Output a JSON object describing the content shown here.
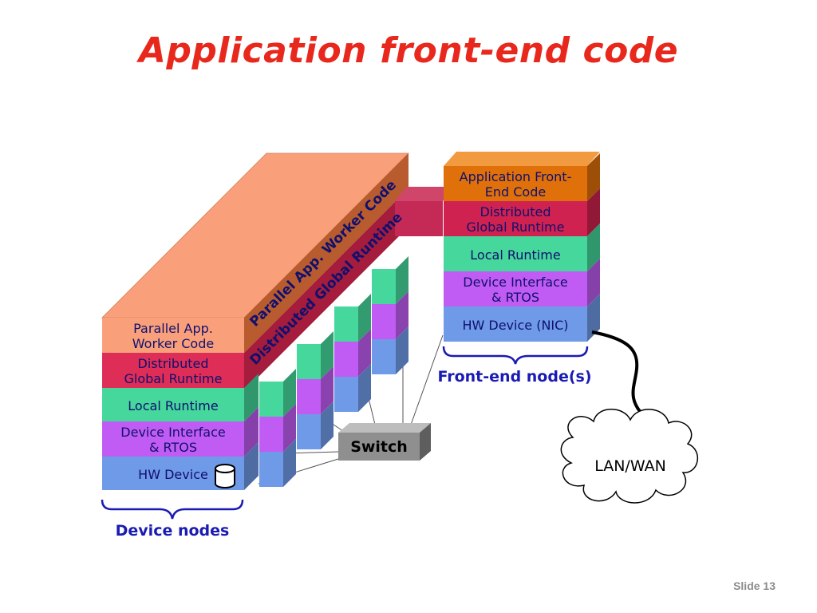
{
  "title": "Application front-end code",
  "slide_number": "Slide 13",
  "device_node": {
    "layers": [
      {
        "line1": "Parallel App.",
        "line2": "Worker Code",
        "color": "#f9a07b"
      },
      {
        "line1": "Distributed",
        "line2": "Global Runtime",
        "color": "#de2e57"
      },
      {
        "line1": "Local Runtime",
        "line2": "",
        "color": "#45d79c"
      },
      {
        "line1": "Device Interface",
        "line2": "& RTOS",
        "color": "#c05cf3"
      },
      {
        "line1": "HW Device",
        "line2": "",
        "color": "#6f9ae8"
      }
    ],
    "slanted_labels": [
      "Parallel App. Worker Code",
      "Distributed Global Runtime"
    ],
    "brace_label": "Device nodes"
  },
  "front_end_node": {
    "layers": [
      {
        "line1": "Application Front-",
        "line2": "End Code",
        "color": "#e0700a"
      },
      {
        "line1": "Distributed",
        "line2": "Global Runtime",
        "color": "#d02250"
      },
      {
        "line1": "Local Runtime",
        "line2": "",
        "color": "#45d79c"
      },
      {
        "line1": "Device Interface",
        "line2": "& RTOS",
        "color": "#c05cf3"
      },
      {
        "line1": "HW Device (NIC)",
        "line2": "",
        "color": "#6f9ae8"
      }
    ],
    "brace_label": "Front-end node(s)"
  },
  "switch_label": "Switch",
  "network_label": "LAN/WAN",
  "colors": {
    "title": "#e8281c",
    "brace": "#1a1ab4",
    "label_text": "#10106e"
  }
}
